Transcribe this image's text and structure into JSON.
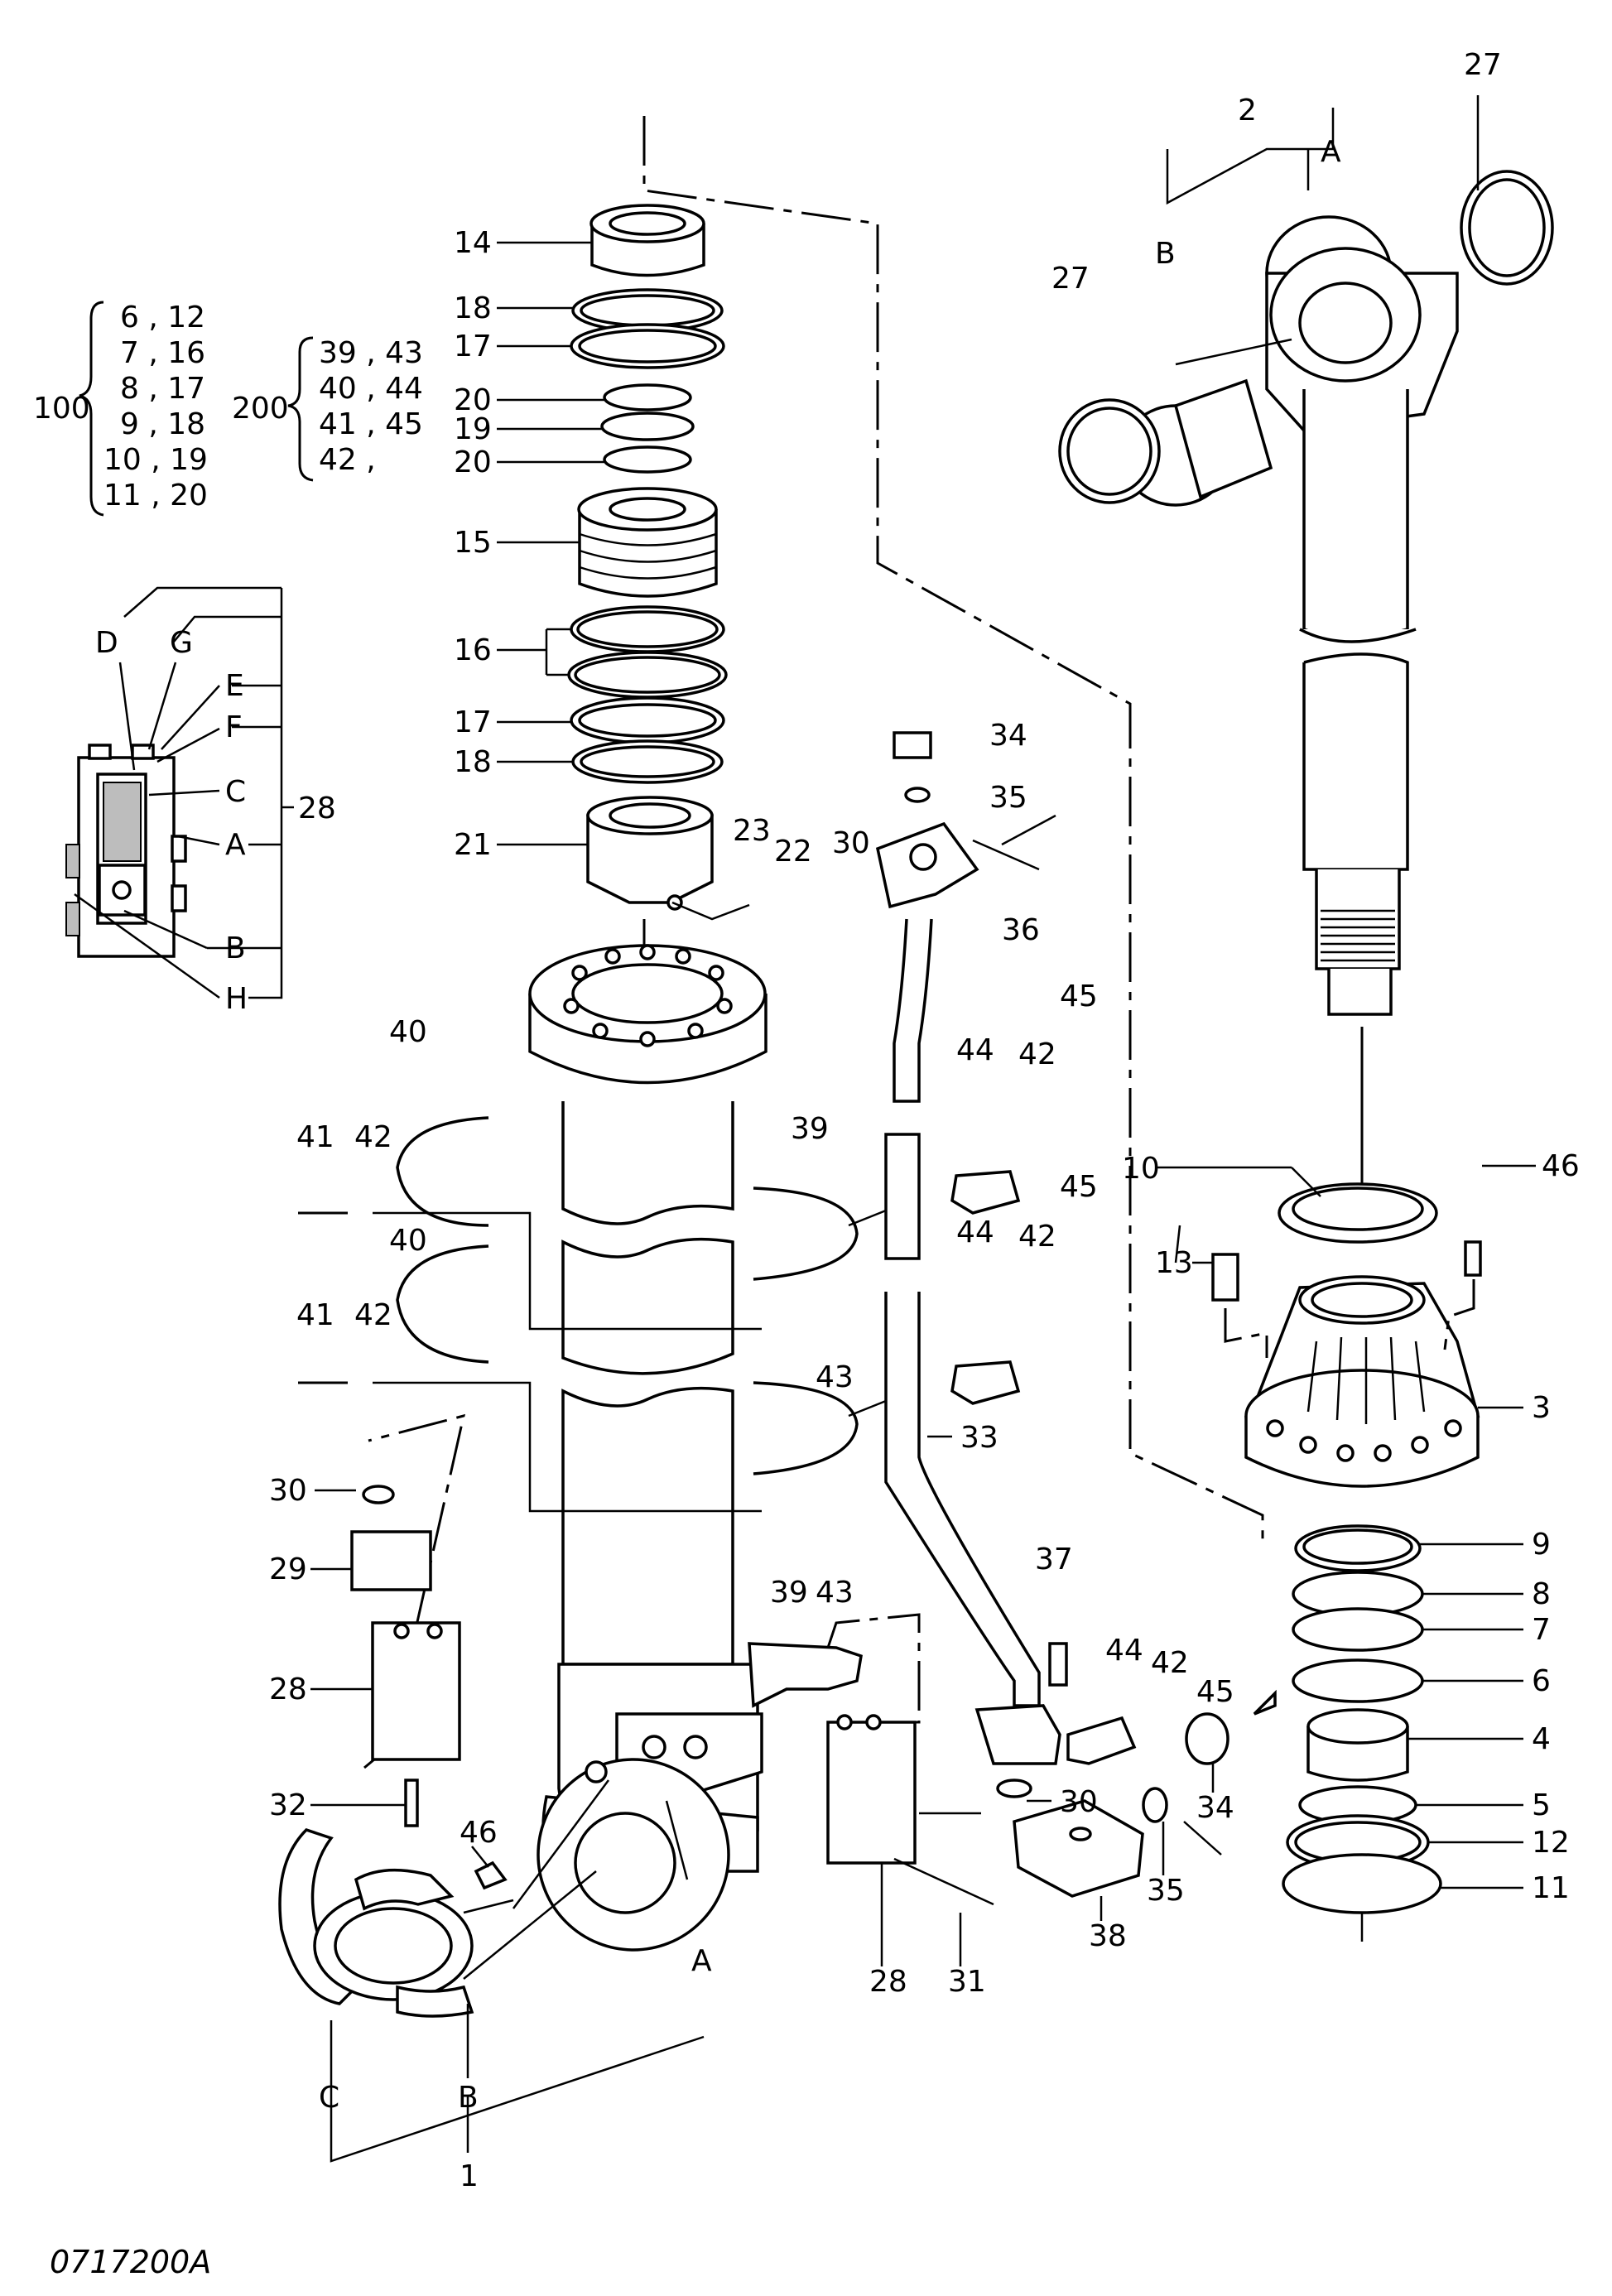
{
  "drawing_code": "0717200A",
  "kit_100": {
    "number": "100",
    "rows": [
      "6 , 12",
      "7 , 16",
      "8 , 17",
      "9 , 18",
      "10 , 19",
      "11 , 20"
    ]
  },
  "kit_200": {
    "number": "200",
    "rows": [
      "39 , 43",
      "40 , 44",
      "41 , 45",
      "42 ,"
    ]
  },
  "inset_28": {
    "number": "28",
    "letters": [
      "D",
      "G",
      "E",
      "F",
      "C",
      "A",
      "B",
      "H"
    ]
  },
  "callouts": {
    "c14": "14",
    "c18a": "18",
    "c17a": "17",
    "c20a": "20",
    "c19": "19",
    "c20b": "20",
    "c15": "15",
    "c16": "16",
    "c17b": "17",
    "c18b": "18",
    "c21": "21",
    "c23": "23",
    "c22": "22",
    "c30a": "30",
    "c34a": "34",
    "c35a": "35",
    "c36": "36",
    "c2": "2",
    "c2A": "A",
    "c2B": "B",
    "c27a": "27",
    "c27b": "27",
    "c40a": "40",
    "c41a": "41",
    "c42a": "42",
    "c39a": "39",
    "c44a": "44",
    "c42b": "42",
    "c45a": "45",
    "c40b": "40",
    "c41b": "41",
    "c42c": "42",
    "c43a": "43",
    "c44b": "44",
    "c42d": "42",
    "c45b": "45",
    "c10": "10",
    "c46a": "46",
    "c13": "13",
    "c3": "3",
    "c33": "33",
    "c30b": "30",
    "c29": "29",
    "c28a": "28",
    "c32": "32",
    "c46b": "46",
    "c39b": "39",
    "c43b": "43",
    "c37": "37",
    "c44c": "44",
    "c42e": "42",
    "c45c": "45",
    "c9": "9",
    "c8": "8",
    "c7": "7",
    "c6": "6",
    "c4": "4",
    "c5": "5",
    "c12": "12",
    "c11": "11",
    "c30c": "30",
    "c34b": "34",
    "c35b": "35",
    "c38": "38",
    "c28b": "28",
    "c31": "31",
    "c1A": "A",
    "c1B": "B",
    "c1C": "C",
    "c1": "1"
  }
}
